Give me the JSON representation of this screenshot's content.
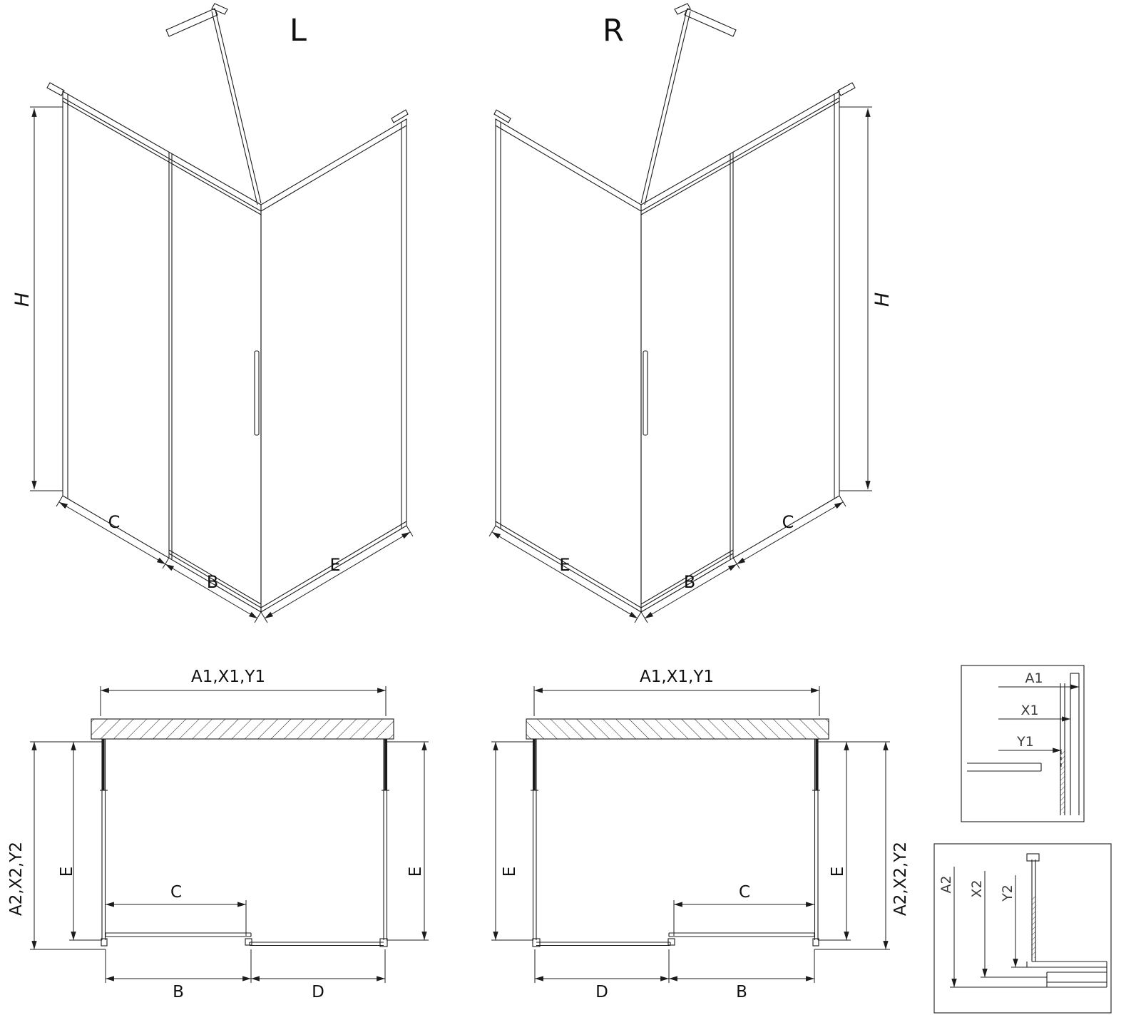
{
  "drawing": {
    "variant_left": {
      "title": "L",
      "dim_height": "H",
      "dim_c": "C",
      "dim_b": "B",
      "dim_e": "E"
    },
    "variant_right": {
      "title": "R",
      "dim_height": "H",
      "dim_c": "C",
      "dim_b": "B",
      "dim_e": "E"
    },
    "plan_left": {
      "dim_width_total": "A1,X1,Y1",
      "dim_depth_total": "A2,X2,Y2",
      "dim_e_left": "E",
      "dim_e_right": "E",
      "dim_c": "C",
      "dim_b": "B",
      "dim_d": "D"
    },
    "plan_right": {
      "dim_width_total": "A1,X1,Y1",
      "dim_depth_total": "A2,X2,Y2",
      "dim_e_left": "E",
      "dim_e_right": "E",
      "dim_c": "C",
      "dim_b": "B",
      "dim_d": "D"
    },
    "detail_front": {
      "dim_a1": "A1",
      "dim_x1": "X1",
      "dim_y1": "Y1"
    },
    "detail_side": {
      "dim_a2": "A2",
      "dim_x2": "X2",
      "dim_y2": "Y2"
    }
  },
  "colors": {
    "line": "#1c1c1c",
    "background": "#ffffff"
  }
}
